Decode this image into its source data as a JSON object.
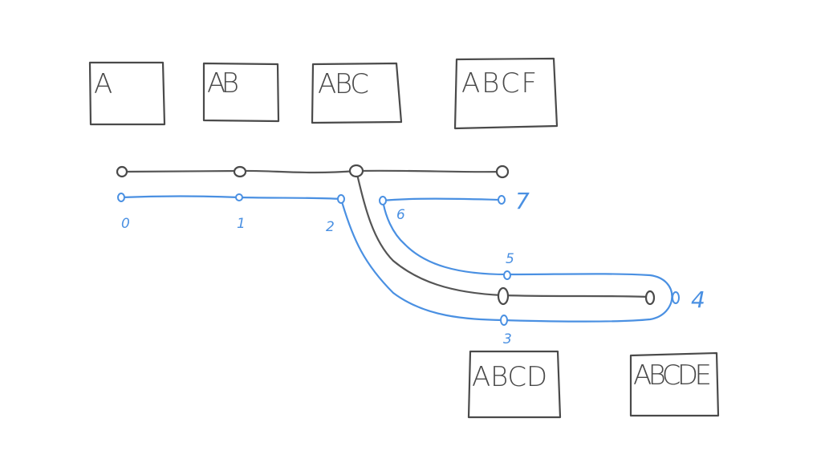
{
  "boxes": {
    "a": "A",
    "ab": "AB",
    "abc": "ABC",
    "abcf": "ABCF",
    "abcd": "ABCD",
    "abcde": "ABCDE"
  },
  "indices": {
    "n0": "0",
    "n1": "1",
    "n2": "2",
    "n3": "3",
    "n4": "4",
    "n5": "5",
    "n6": "6",
    "n7": "7"
  },
  "colors": {
    "gray": "#555555",
    "blue": "#4a90e2"
  }
}
